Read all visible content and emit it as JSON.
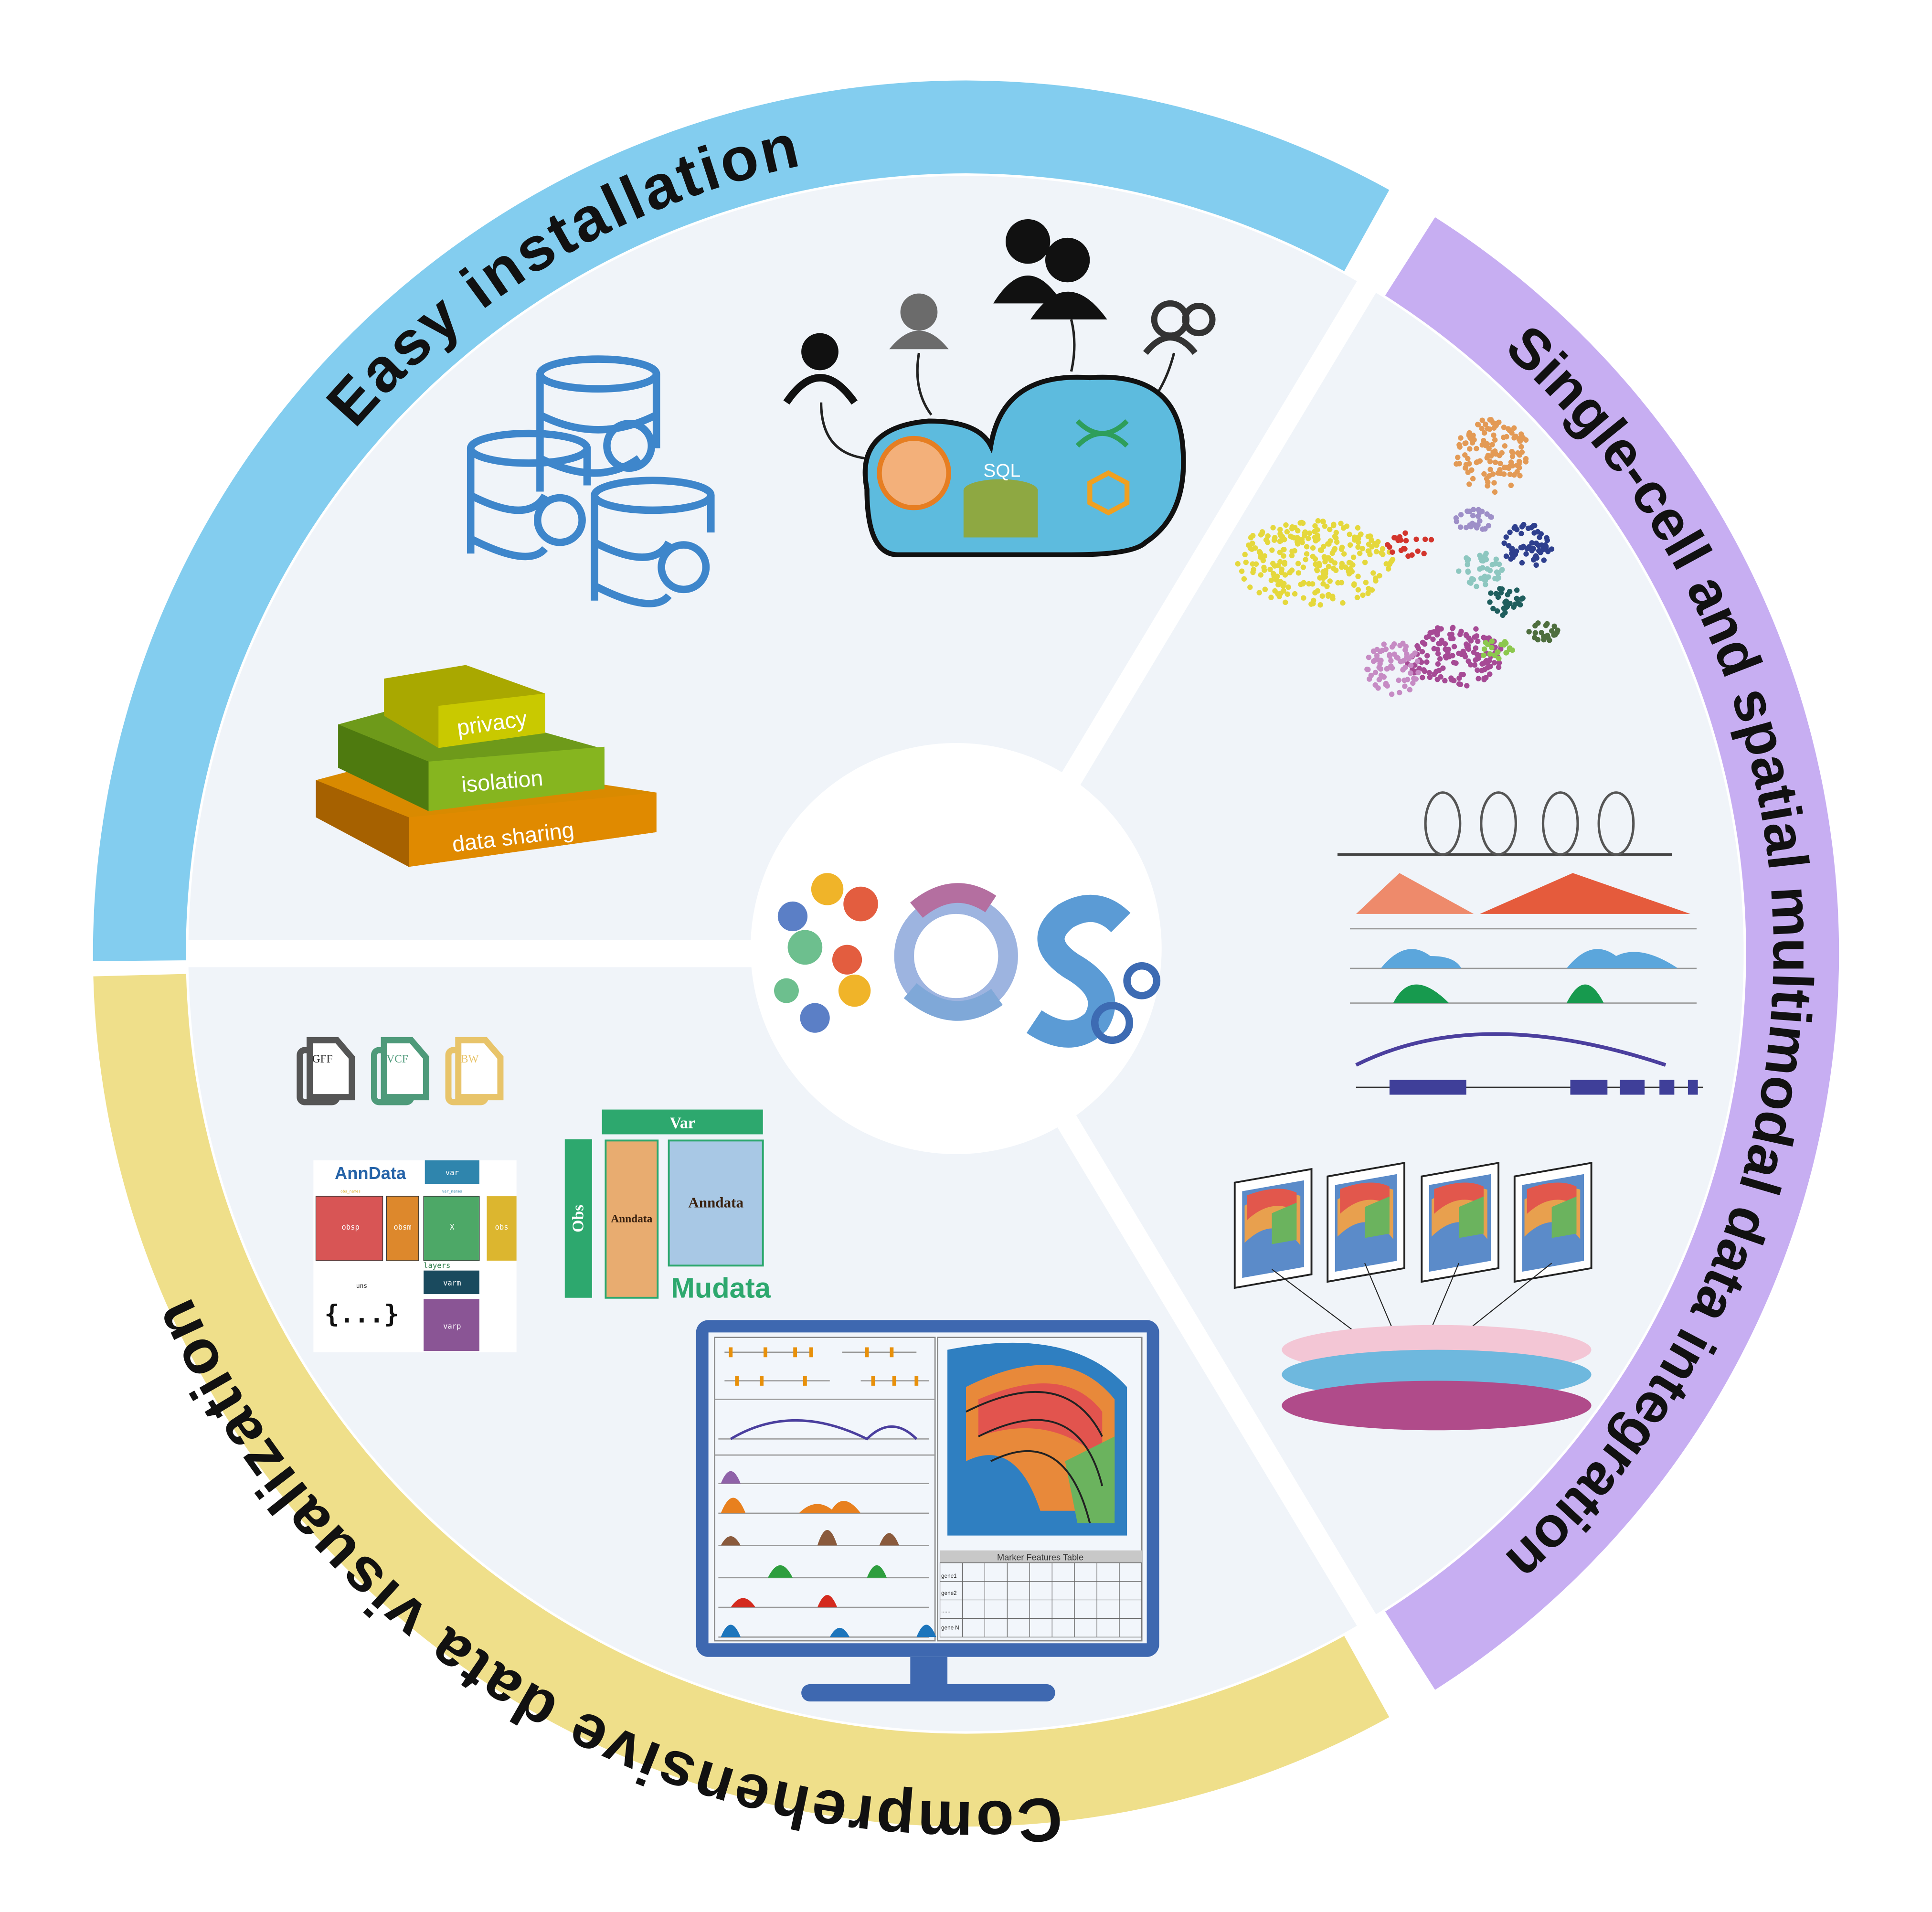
{
  "ring": {
    "top_left_label": "Easy installation",
    "right_label": "Single-cell and spatial multimodal data integration",
    "bottom_left_label": "Comprehensive data visualization",
    "colors": {
      "blue": "#83CDEF",
      "purple": "#C7AEF2",
      "yellow": "#EFDF8A",
      "panel": "#F0F4F9"
    }
  },
  "installation": {
    "pyramid": {
      "top": "privacy",
      "middle": "isolation",
      "bottom": "data sharing"
    },
    "cloud": {
      "db_label": "SQL"
    }
  },
  "visualization": {
    "file_icons": [
      "GFF",
      "VCF",
      "BW"
    ],
    "anndata": {
      "title": "AnnData",
      "var": "var",
      "var_names": "var_names",
      "obs_names": "obs_names",
      "obsp": "obsp",
      "obsm": "obsm",
      "x": "X",
      "obs": "obs",
      "layers": "layers",
      "varm": "varm",
      "varp": "varp",
      "uns": "uns",
      "uns_body": "{...}"
    },
    "mudata": {
      "var": "Var",
      "obs": "Obs",
      "left_block": "Anndata",
      "right_block": "Anndata",
      "title": "Mudata"
    },
    "monitor": {
      "table_title": "Marker Features Table",
      "rows": [
        "gene1",
        "gene2",
        "......",
        "gene N"
      ]
    }
  }
}
